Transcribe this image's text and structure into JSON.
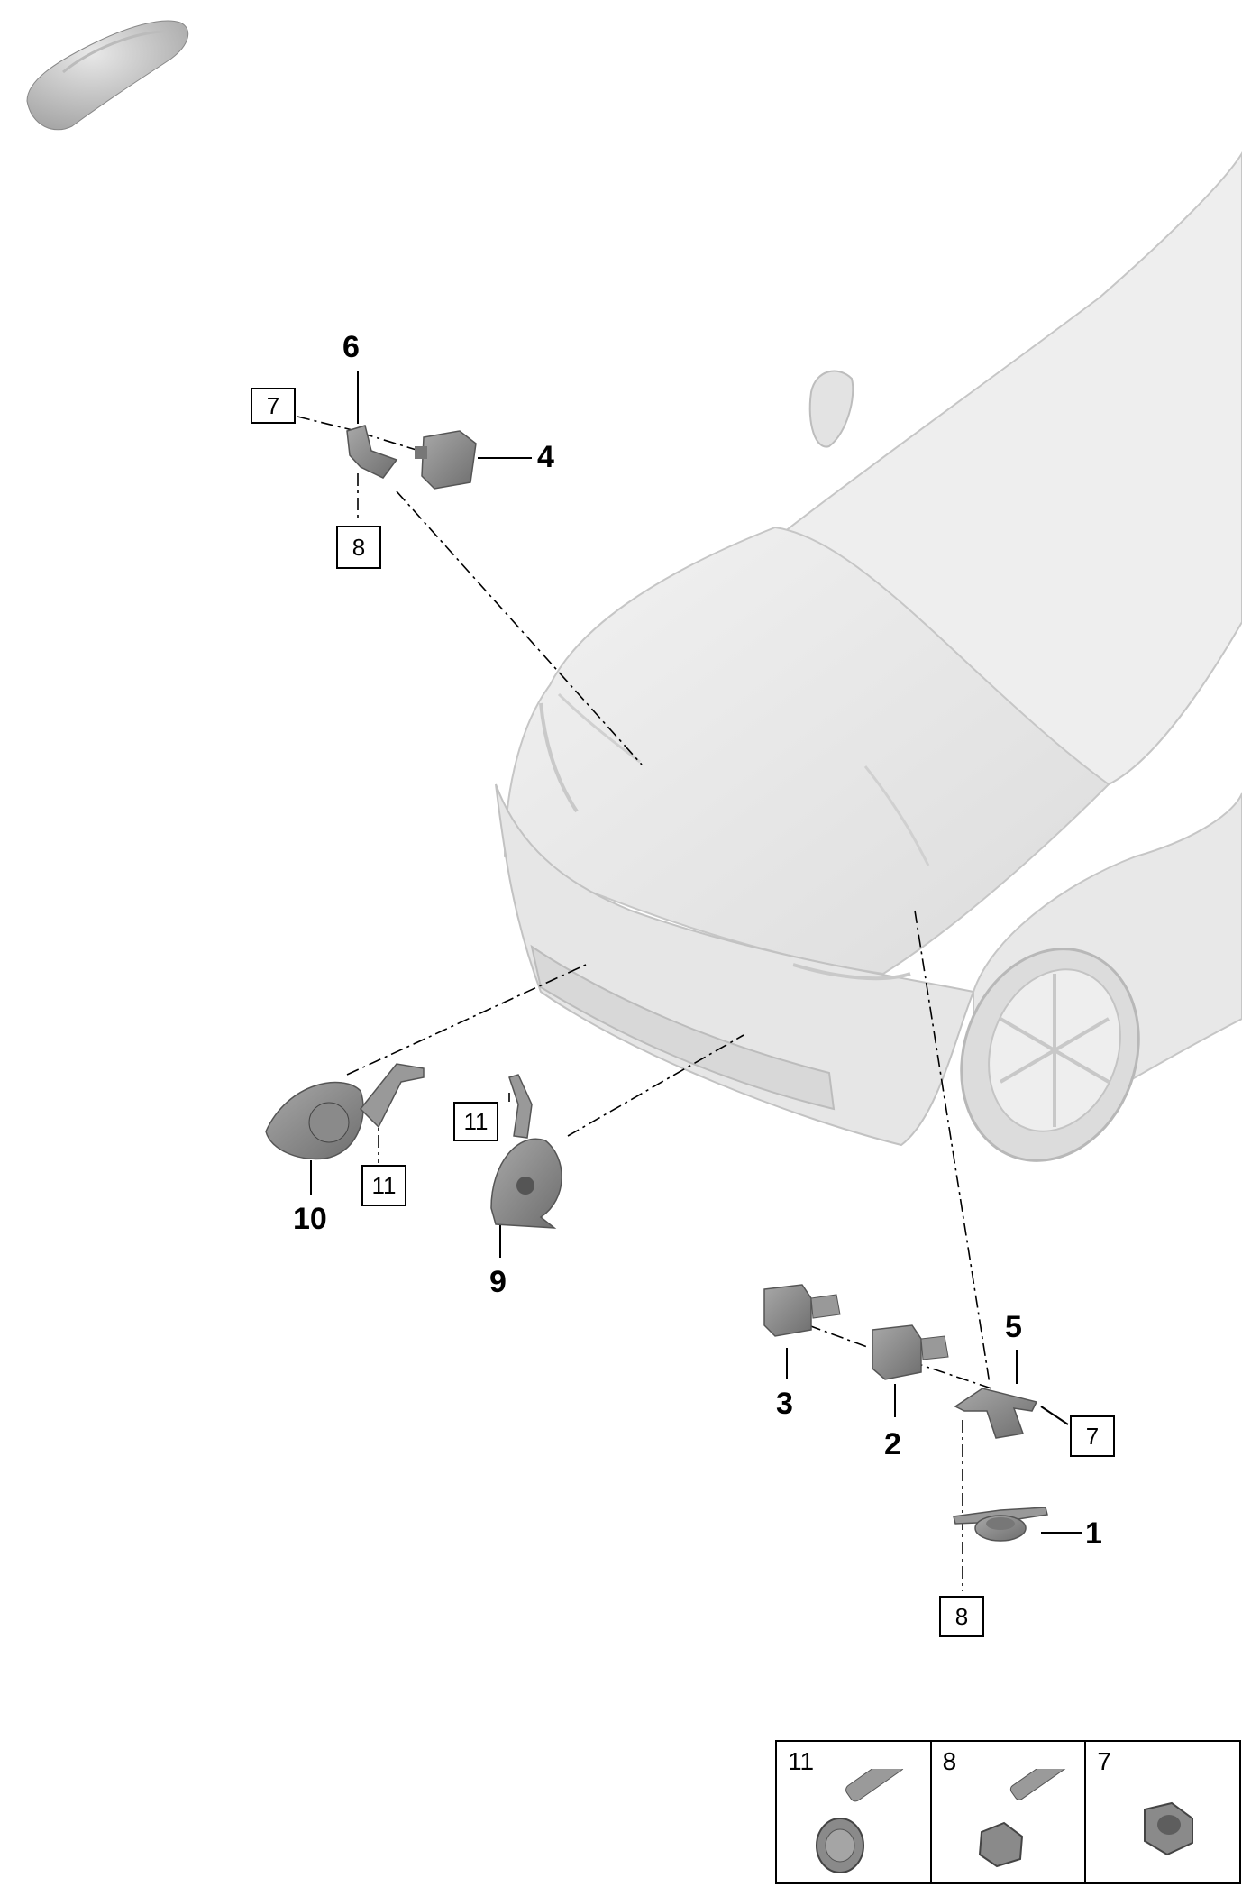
{
  "callouts": {
    "c1": "1",
    "c2": "2",
    "c3": "3",
    "c4": "4",
    "c5": "5",
    "c6": "6",
    "c9": "9",
    "c10": "10"
  },
  "boxed_labels": {
    "b7_top": "7",
    "b8_top": "8",
    "b11_left": "11",
    "b11_mid": "11",
    "b7_right": "7",
    "b8_bottom": "8"
  },
  "hardware_table": [
    {
      "number": "11",
      "icon": "flange-bolt-icon"
    },
    {
      "number": "8",
      "icon": "hex-bolt-icon"
    },
    {
      "number": "7",
      "icon": "hex-nut-icon"
    }
  ],
  "colors": {
    "line": "#000000",
    "part_gray": "#8c8c8c",
    "car_gray": "#e4e4e4"
  }
}
